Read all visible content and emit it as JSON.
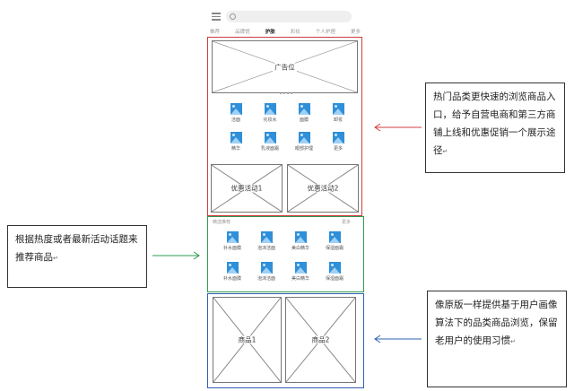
{
  "search": {
    "placeholder": ""
  },
  "tabs": [
    {
      "label": "推荐"
    },
    {
      "label": "品牌馆"
    },
    {
      "label": "护肤"
    },
    {
      "label": "彩妆"
    },
    {
      "label": "个人护理"
    },
    {
      "label": "更多"
    }
  ],
  "banner": {
    "label": "广告位"
  },
  "categories": [
    {
      "label": "洁面"
    },
    {
      "label": "化妆水"
    },
    {
      "label": "面膜"
    },
    {
      "label": "卸妆"
    },
    {
      "label": "精华"
    },
    {
      "label": "乳液面霜"
    },
    {
      "label": "眼部护理"
    },
    {
      "label": "更多"
    }
  ],
  "promos": [
    {
      "label": "优惠活动1"
    },
    {
      "label": "优惠活动2"
    }
  ],
  "recommend": {
    "title": "精选推荐",
    "more": "更多",
    "items": [
      {
        "label": "补水面膜"
      },
      {
        "label": "泡沫洁面"
      },
      {
        "label": "美白精华"
      },
      {
        "label": "保湿面霜"
      },
      {
        "label": "补水面膜"
      },
      {
        "label": "泡沫洁面"
      },
      {
        "label": "美白精华"
      },
      {
        "label": "保湿面霜"
      }
    ]
  },
  "products": [
    {
      "label": "商品1"
    },
    {
      "label": "商品2"
    }
  ],
  "annotations": {
    "right_top": "热门品类更快速的浏览商品入口，给予自营电商和第三方商铺上线和优惠促销一个展示途径",
    "left_mid": "根据热度或者最新活动话题来推荐商品",
    "right_bottom": "像原版一样提供基于用户画像算法下的品类商品浏览，保留老用户的使用习惯"
  },
  "colors": {
    "red": "#d23c3c",
    "green": "#2e9a4f",
    "blue": "#2f5fb0",
    "icon": "#2f8fd8"
  }
}
